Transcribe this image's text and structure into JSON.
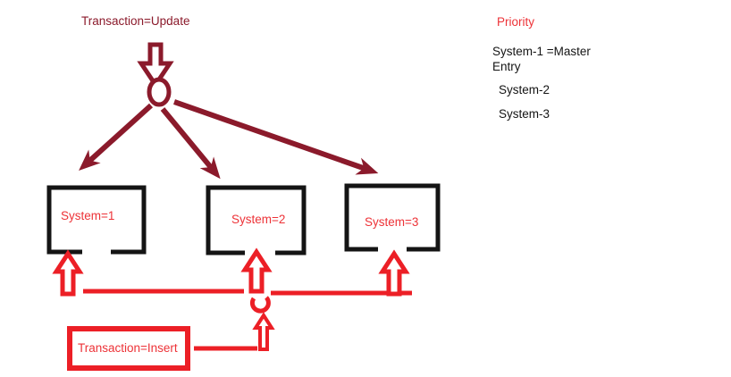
{
  "colors": {
    "dark-red": "#8B1A2B",
    "bright-red": "#EC1F26",
    "text-red": "#ED3237",
    "ink": "#141414"
  },
  "update_flow": {
    "label": "Transaction=Update"
  },
  "systems": [
    {
      "label": "System=1"
    },
    {
      "label": "System=2"
    },
    {
      "label": "System=3"
    }
  ],
  "insert_flow": {
    "label": "Transaction=Insert"
  },
  "priority_panel": {
    "title": "Priority",
    "line1": "System-1 =Master",
    "line2": "Entry",
    "line3": "System-2",
    "line4": "System-3"
  }
}
